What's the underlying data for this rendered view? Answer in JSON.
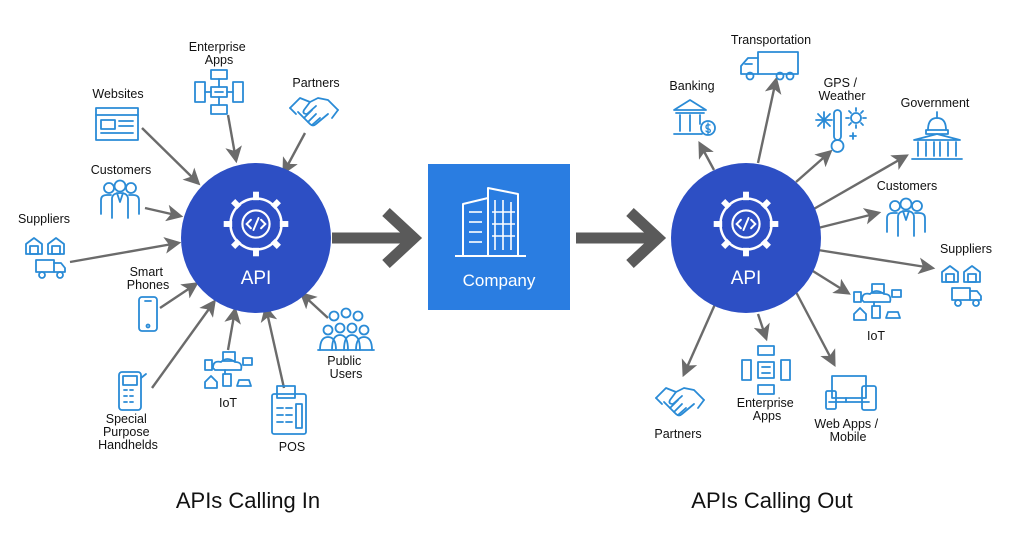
{
  "left": {
    "hub_label": "API",
    "caption": "APIs Calling In",
    "nodes": {
      "enterprise_apps": [
        "Enterprise",
        "Apps"
      ],
      "partners": [
        "Partners"
      ],
      "websites": [
        "Websites"
      ],
      "customers": [
        "Customers"
      ],
      "suppliers": [
        "Suppliers"
      ],
      "smart_phones": [
        "Smart",
        "Phones"
      ],
      "special_handhelds": [
        "Special",
        "Purpose",
        "Handhelds"
      ],
      "iot": [
        "IoT"
      ],
      "pos": [
        "POS"
      ],
      "public_users": [
        "Public",
        "Users"
      ]
    }
  },
  "company": {
    "label": "Company"
  },
  "right": {
    "hub_label": "API",
    "caption": "APIs Calling Out",
    "nodes": {
      "banking": [
        "Banking"
      ],
      "transportation": [
        "Transportation"
      ],
      "gps_weather": [
        "GPS /",
        "Weather"
      ],
      "government": [
        "Government"
      ],
      "customers": [
        "Customers"
      ],
      "suppliers": [
        "Suppliers"
      ],
      "iot": [
        "IoT"
      ],
      "web_apps_mobile": [
        "Web Apps /",
        "Mobile"
      ],
      "enterprise_apps": [
        "Enterprise",
        "Apps"
      ],
      "partners": [
        "Partners"
      ]
    }
  },
  "colors": {
    "hub": "#2d4fc4",
    "company": "#2a7de1",
    "icon": "#2a8bd6",
    "arrow": "#6b6b6b",
    "big_arrow": "#5a5a5a"
  },
  "icons": {
    "hub": "gear-code-icon",
    "company": "office-building-icon",
    "enterprise_apps": "server-network-icon",
    "partners": "handshake-icon",
    "websites": "browser-window-icon",
    "customers": "people-group-icon",
    "suppliers": "warehouse-truck-icon",
    "smart_phones": "smartphone-icon",
    "special_handhelds": "handheld-scanner-icon",
    "iot": "iot-network-icon",
    "pos": "pos-terminal-icon",
    "public_users": "crowd-icon",
    "banking": "bank-icon",
    "transportation": "truck-icon",
    "gps_weather": "weather-icon",
    "government": "capitol-icon",
    "web_apps_mobile": "devices-icon"
  }
}
